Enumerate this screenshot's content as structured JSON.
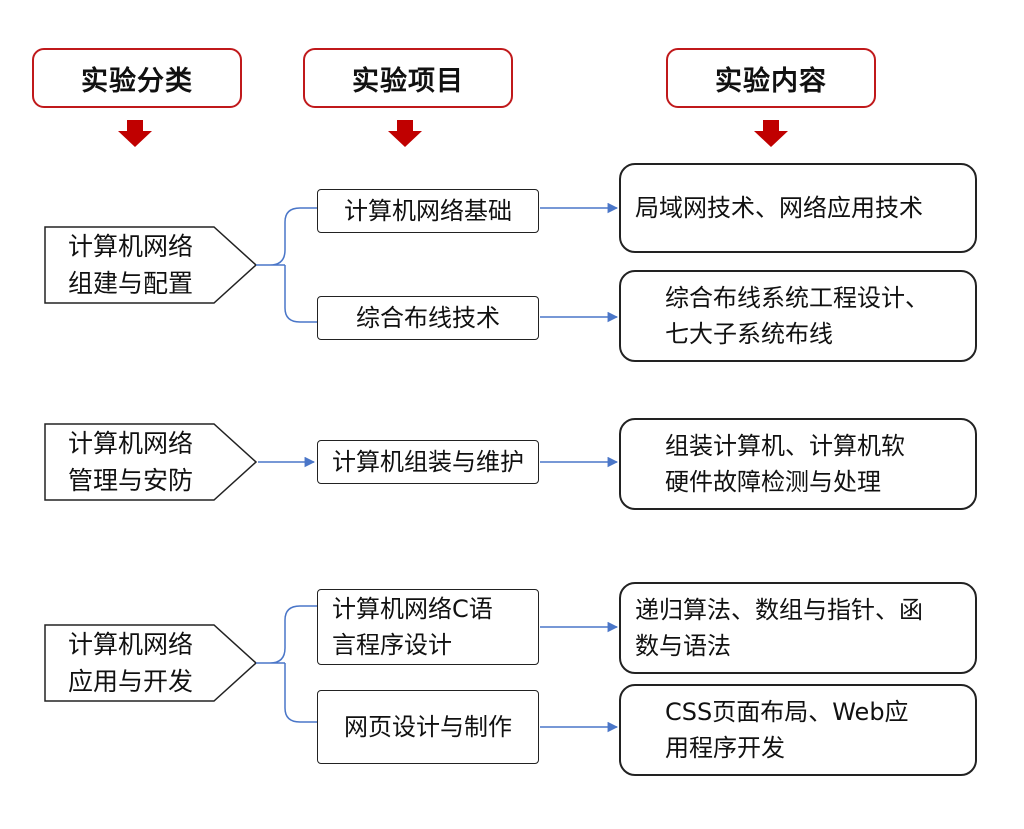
{
  "headers": {
    "category": "实验分类",
    "project": "实验项目",
    "content": "实验内容"
  },
  "categories": [
    "计算机网络\n组建与配置",
    "计算机网络\n管理与安防",
    "计算机网络\n应用与开发"
  ],
  "projects": [
    "计算机网络基础",
    "综合布线技术",
    "计算机组装与维护",
    "计算机网络C语\n言程序设计",
    "网页设计与制作"
  ],
  "contents": [
    "局域网技术、网络应用技术",
    "综合布线系统工程设计、\n七大子系统布线",
    "组装计算机、计算机软\n硬件故障检测与处理",
    "递归算法、数组与指针、函\n数与语法",
    "CSS页面布局、Web应\n用程序开发"
  ],
  "colors": {
    "header_border": "#c0191b",
    "down_arrow": "#c00000",
    "connector": "#4a76c8",
    "box_border": "#222222"
  }
}
